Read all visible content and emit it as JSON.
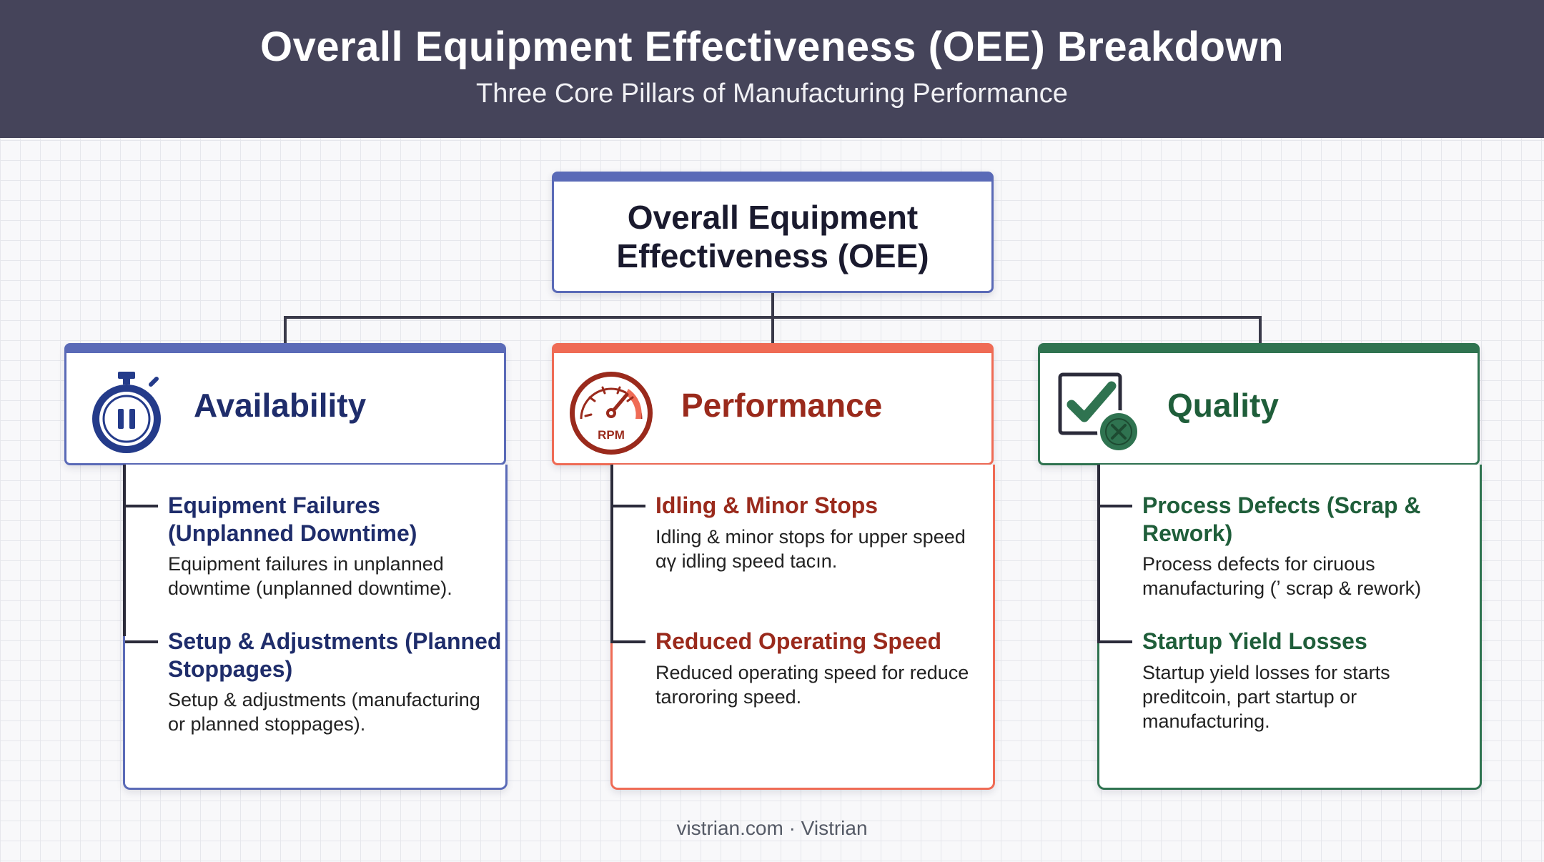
{
  "header": {
    "title": "Overall Equipment Effectiveness (OEE) Breakdown",
    "subtitle": "Three Core Pillars of Manufacturing Performance"
  },
  "root": {
    "title": "Overall Equipment Effectiveness (OEE)"
  },
  "colors": {
    "availability": "#5a6ab7",
    "performance": "#ef6b55",
    "quality": "#2f7350",
    "connector": "#3a3a4a",
    "header_bg": "#45445a"
  },
  "pillars": [
    {
      "key": "availability",
      "title": "Availability",
      "icon": "stopwatch-icon",
      "items": [
        {
          "title": "Equipment Failures (Unplanned Downtime)",
          "desc": "Equipment failures in unplanned downtime (unplanned downtime)."
        },
        {
          "title": "Setup & Adjustments (Planned Stoppages)",
          "desc": "Setup & adjustments (manufacturing or planned stoppages)."
        }
      ]
    },
    {
      "key": "performance",
      "title": "Performance",
      "icon": "speedometer-icon",
      "icon_label": "RPM",
      "items": [
        {
          "title": "Idling & Minor Stops",
          "desc": "Idling & minor stops for upper speed αγ idling speed tacın."
        },
        {
          "title": "Reduced Operating Speed",
          "desc": "Reduced operating speed for reduce tarororing speed."
        }
      ]
    },
    {
      "key": "quality",
      "title": "Quality",
      "icon": "checkbox-reject-icon",
      "items": [
        {
          "title": "Process Defects (Scrap & Rework)",
          "desc": "Process defects for ciruous manufacturing (ʼ scrap & rework)"
        },
        {
          "title": "Startup Yield Losses",
          "desc": "Startup yield losses for starts preditcoin, part startup or manufacturing."
        }
      ]
    }
  ],
  "footer": {
    "text": "vistrian.com · Vistrian"
  }
}
